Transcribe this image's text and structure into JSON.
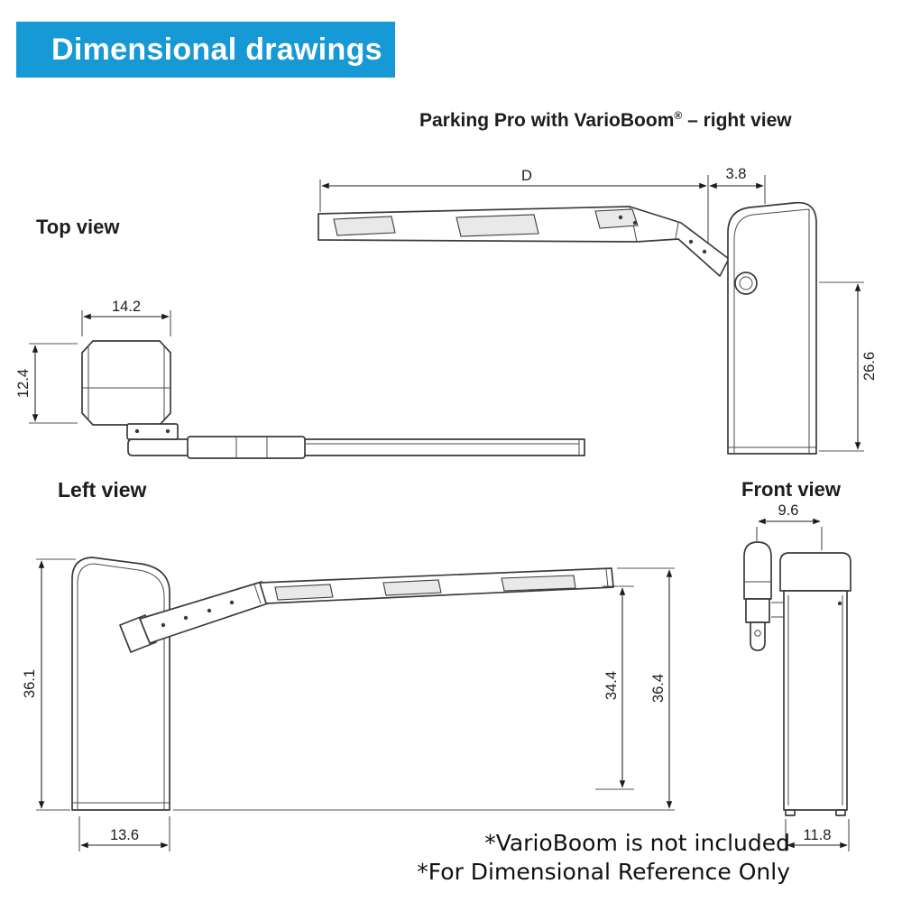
{
  "header": {
    "title": "Dimensional drawings"
  },
  "colors": {
    "header_bg": "#1799d6",
    "line": "#1d1d1b"
  },
  "drawing_title": {
    "main": "Parking Pro with VarioBoom",
    "registered_mark": "®",
    "suffix": " – right view"
  },
  "views": {
    "top_view": {
      "label": "Top view",
      "dimensions": {
        "housing_width": "14.2",
        "housing_depth": "12.4"
      }
    },
    "right_view": {
      "dimensions": {
        "boom_length": "D",
        "boom_offset": "3.8",
        "pivot_height": "26.6"
      }
    },
    "left_view": {
      "label": "Left view",
      "dimensions": {
        "overall_height": "36.1",
        "boom_underside_height": "34.4",
        "boom_top_height": "36.4",
        "base_depth": "13.6"
      }
    },
    "front_view": {
      "label": "Front view",
      "dimensions": {
        "top_width": "9.6",
        "base_width": "11.8"
      }
    }
  },
  "footnotes": [
    "*VarioBoom is not included",
    "*For Dimensional Reference Only"
  ]
}
